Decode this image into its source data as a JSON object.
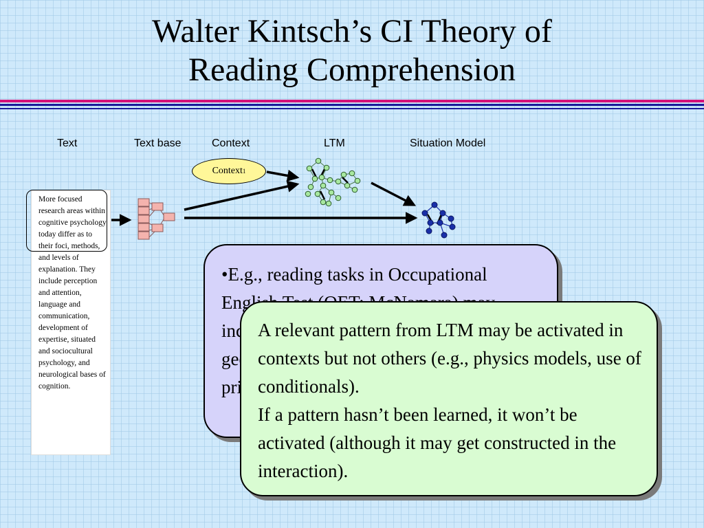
{
  "slide": {
    "title_line1": "Walter Kintsch’s CI Theory of",
    "title_line2": "Reading Comprehension"
  },
  "diagram": {
    "headers": {
      "text": "Text",
      "text_base": "Text base",
      "context": "Context",
      "ltm": "LTM",
      "situation_model": "Situation Model"
    },
    "context_label": "Context",
    "context_subscript": "1",
    "text_excerpt": "More focused research areas within cognitive psychology today differ as to their foci, methods, and levels of explanation. They include perception and attention, language and communication, development of expertise, situated and sociocultural psychology, and neurological bases of cognition.",
    "colors": {
      "background": "#cfe9fb",
      "ltm_node": "#a8e8a0",
      "situation_node": "#1a2fa8",
      "text_base_node": "#f4b3ad",
      "context_oval": "#fff799"
    }
  },
  "cards": {
    "example_text": "•E.g., reading tasks in Occupational English Test (OET; McNamara) may include passages on general science topics, geography, or the environment in which prior knowledge...",
    "note_line1": "A relevant pattern from LTM may be activated in contexts but not others (e.g., physics models, use of conditionals).",
    "note_line2": "If a pattern hasn’t been learned, it won’t be activated (although it may get constructed in the interaction)."
  }
}
